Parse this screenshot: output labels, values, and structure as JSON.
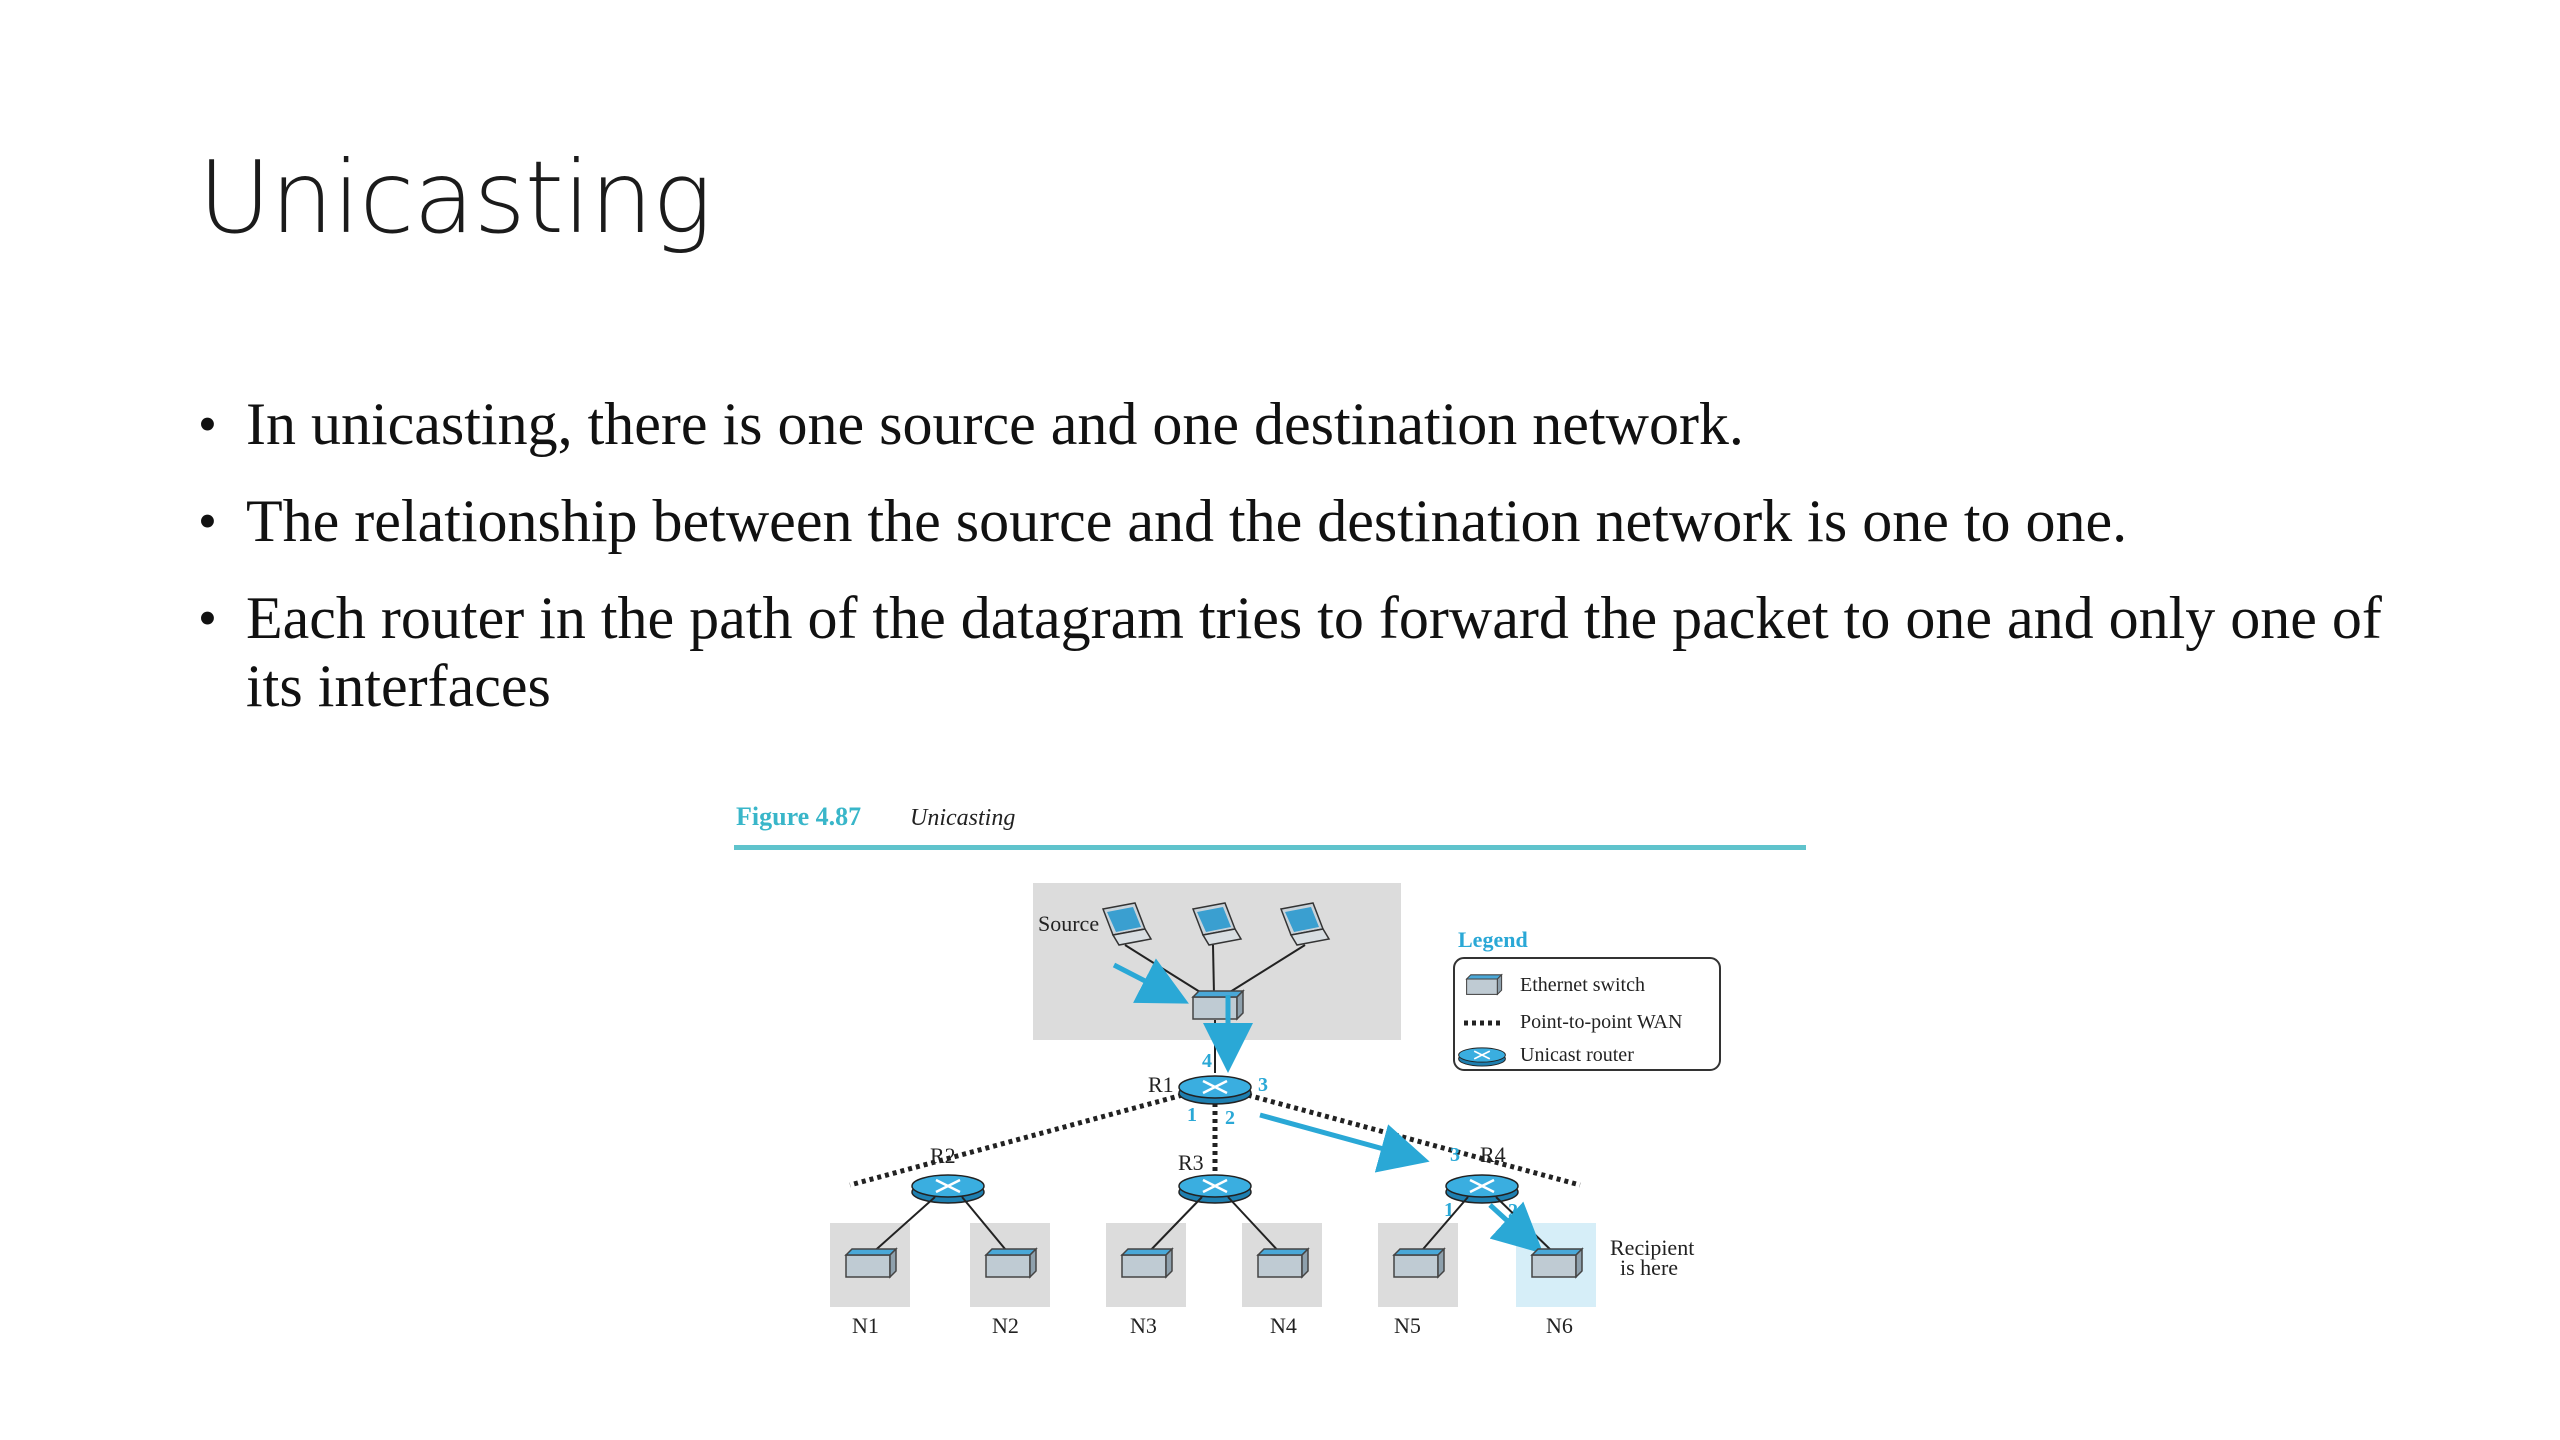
{
  "slide": {
    "title": "Unicasting",
    "bullets": [
      "In unicasting, there is one source and one destination network.",
      "The relationship between the source and the destination network is one to one.",
      "Each router in the path of the datagram tries to forward the packet to one and only one of its interfaces"
    ]
  },
  "figure": {
    "number": "Figure 4.87",
    "caption": "Unicasting",
    "source_label": "Source",
    "recipient_label_1": "Recipient",
    "recipient_label_2": "is here",
    "legend": {
      "title": "Legend",
      "items": [
        "Ethernet switch",
        "Point-to-point WAN",
        "Unicast router"
      ]
    },
    "routers": [
      "R1",
      "R2",
      "R3",
      "R4"
    ],
    "networks": [
      "N1",
      "N2",
      "N3",
      "N4",
      "N5",
      "N6"
    ],
    "r1_ports": [
      "4",
      "3",
      "1",
      "2"
    ],
    "r4_ports": [
      "3",
      "1",
      "2"
    ],
    "colors": {
      "accent": "#2aa8d6",
      "rule": "#5fc3cc",
      "router_fill": "#3aaee0",
      "gray_box": "#dcdcdc",
      "recipient_box": "#d6eef8"
    }
  }
}
